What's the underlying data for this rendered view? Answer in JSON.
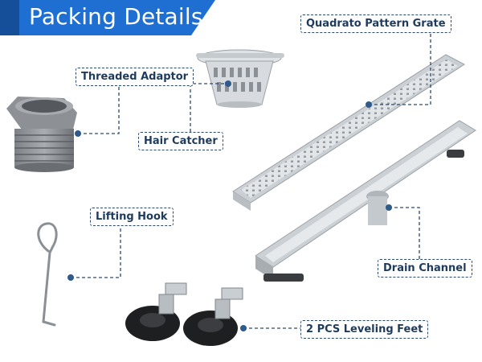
{
  "title": "Packing Details",
  "colors": {
    "accent": "#1e6fd1",
    "label_text": "#1f3b5c",
    "dot": "#2e5a8c"
  },
  "items": {
    "grate": "Quadrato Pattern Grate",
    "adaptor": "Threaded Adaptor",
    "catcher": "Hair Catcher",
    "hook": "Lifting Hook",
    "channel": "Drain Channel",
    "feet": "2 PCS Leveling Feet"
  }
}
